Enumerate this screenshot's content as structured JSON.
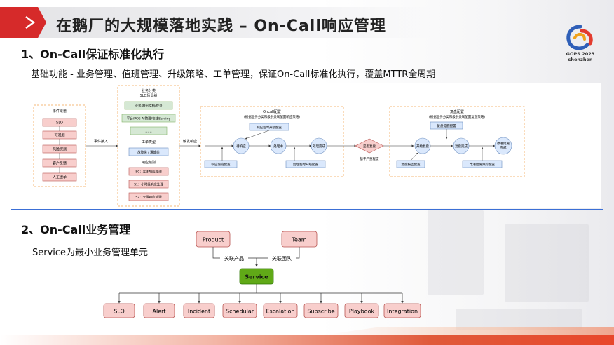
{
  "header": {
    "title": "在鹅厂的大规模落地实践 – On-Call响应管理"
  },
  "logo": {
    "line1": "GOPS 2023",
    "line2": "shenzhen",
    "icon": "gops-logo-icon"
  },
  "section1": {
    "heading": "1、On-Call保证标准化执行",
    "description": "基础功能 - 业务管理、值班管理、升级策略、工单管理，保证On-Call标准化执行，覆盖MTTR全周期",
    "diagram": {
      "event_sources": {
        "title": "事件渠道",
        "items": [
          "SLO",
          "可观测",
          "风险探测",
          "客户反馈",
          "人工提单"
        ]
      },
      "business": {
        "title": "业务分类",
        "subtitle": "SLO场景树",
        "items": [
          "业务/腾讯文档/登录",
          "平台/PCG-AI管理/在线Serving",
          "......"
        ],
        "ticket_type_label": "工单类型",
        "ticket_type": "故障类 / 运维类",
        "severity_label": "响应级别",
        "severity": [
          "S0：立即响应处理",
          "S1：小时级响应处理",
          "S2：天级响应处理"
        ]
      },
      "labels": {
        "event_in": "事件接入",
        "trigger": "触发响应",
        "fault": "是否复盘",
        "fault_note": "基于严重程度"
      },
      "oncall": {
        "title": "Oncall配置",
        "subtitle": "(根据业务分类和级别关联配置响应策略)",
        "timeout_config": "响应超时升级配置",
        "pending": "待响应",
        "processing": "处理中",
        "done": "处理完成",
        "shift_config": "响应值班配置",
        "escalate_config": "处理超时升级配置"
      },
      "review": {
        "title": "复盘配置",
        "subtitle": "(根据业务分类和级别关联配置复盘策略)",
        "remind_config": "复盘提醒配置",
        "start": "开始复盘",
        "complete": "复盘完成",
        "improve_done": "改进措施\n完成",
        "report_config": "复盘报告配置",
        "improve_config": "改进措施跟踪配置"
      }
    }
  },
  "section2": {
    "heading": "2、On-Call业务管理",
    "description": "Service为最小业务管理单元",
    "product": "Product",
    "team": "Team",
    "link_product": "关联产品",
    "link_team": "关联团队",
    "service": "Service",
    "children": [
      "SLO",
      "Alert",
      "Incident",
      "Schedular",
      "Escalation",
      "Subscribe",
      "Playbook",
      "Integration"
    ]
  },
  "colors": {
    "accent_red": "#d62a2a",
    "divider_blue": "#3b6fd6",
    "pink_box": "#f8cecc",
    "pink_border": "#b85450",
    "green_box": "#d5e8d4",
    "green_border": "#82b366",
    "blue_box": "#dae8fc",
    "blue_border": "#6c8ebf",
    "orange_dash": "#f5b97a",
    "service_green": "#60a917"
  }
}
